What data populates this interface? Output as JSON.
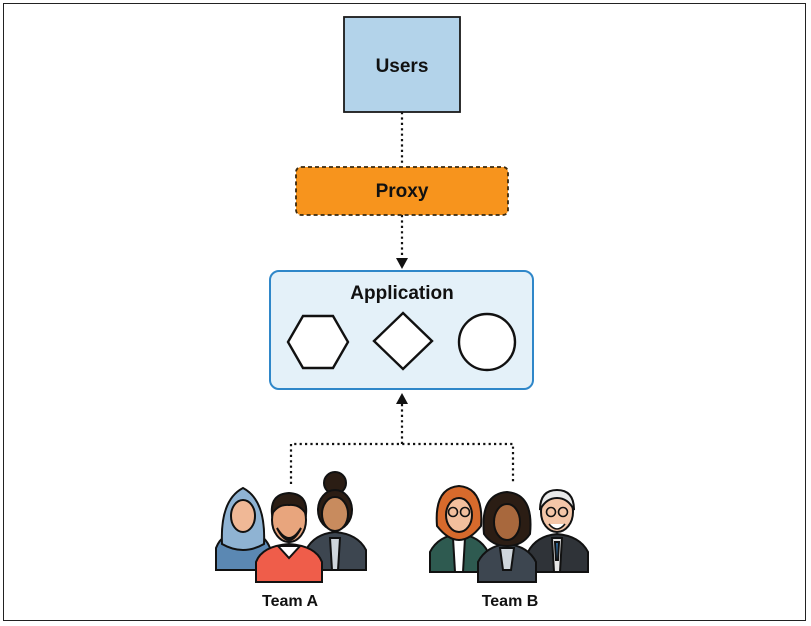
{
  "nodes": {
    "users": {
      "label": "Users",
      "fill": "#b3d3ea",
      "stroke": "#1a1a1a"
    },
    "proxy": {
      "label": "Proxy",
      "fill": "#f7941d",
      "stroke": "#3a2a10"
    },
    "application": {
      "label": "Application",
      "fill": "#e4f1f9",
      "stroke": "#2f87c9",
      "shapes": [
        "hexagon-icon",
        "diamond-icon",
        "circle-icon"
      ]
    }
  },
  "teams": [
    {
      "label": "Team A"
    },
    {
      "label": "Team B"
    }
  ],
  "edges": [
    {
      "from": "users",
      "to": "proxy",
      "style": "dotted",
      "arrow": false
    },
    {
      "from": "proxy",
      "to": "application",
      "style": "dotted",
      "arrow": true
    },
    {
      "from": "teams",
      "to": "application",
      "style": "dotted",
      "arrow": true
    }
  ]
}
